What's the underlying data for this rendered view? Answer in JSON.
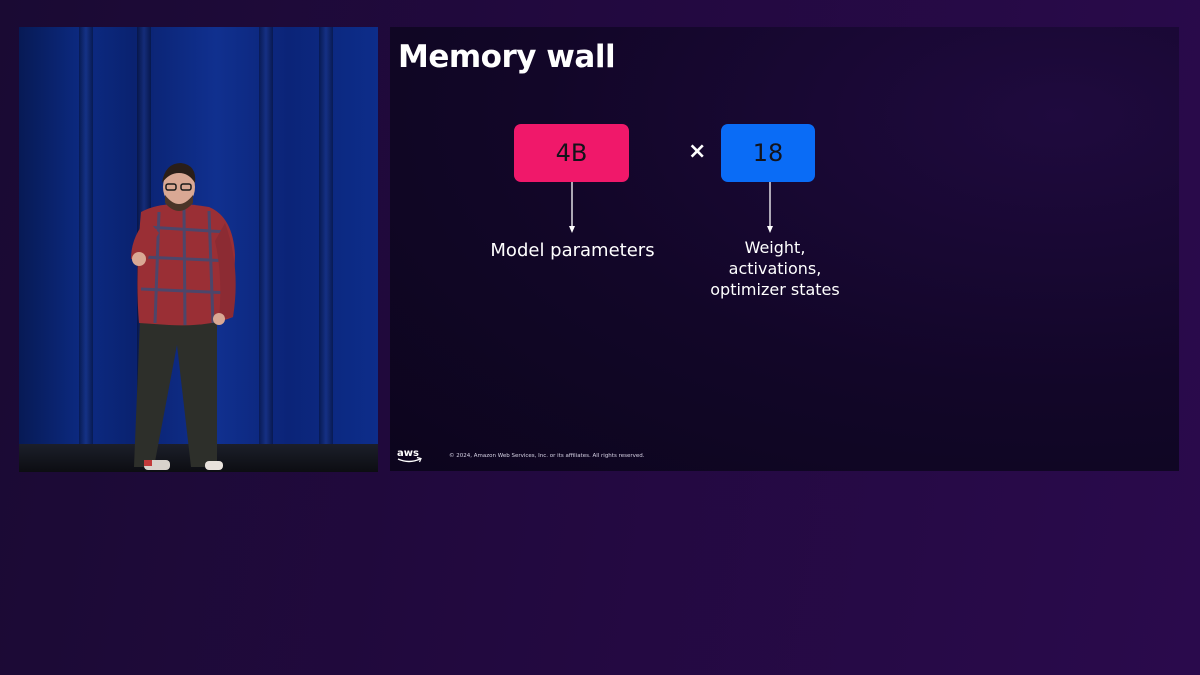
{
  "slide": {
    "title": "Memory wall",
    "params_box": {
      "value": "4B",
      "color": "#f0186a"
    },
    "operator": "×",
    "factor_box": {
      "value": "18",
      "color": "#0a6cf6"
    },
    "params_label": "Model parameters",
    "factor_label_lines": [
      "Weight,",
      "activations,",
      "optimizer states"
    ],
    "footer": {
      "logo_text": "aws",
      "copyright": "© 2024, Amazon Web Services, Inc. or its affiliates. All rights reserved."
    }
  },
  "video": {
    "background_color": "#0c2a82"
  }
}
